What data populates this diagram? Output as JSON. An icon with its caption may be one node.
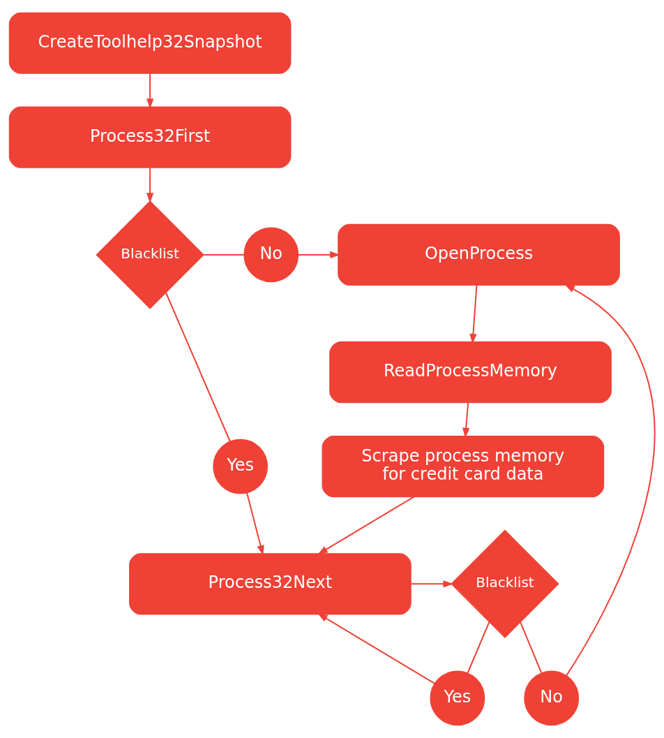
{
  "diagram": {
    "nodes": [
      {
        "text": [
          "CreateToolhelp32Snapshot"
        ]
      },
      {
        "text": [
          "Process32First"
        ]
      },
      {
        "text": [
          "Blacklist"
        ]
      },
      {
        "text": [
          "No"
        ]
      },
      {
        "text": [
          "OpenProcess"
        ]
      },
      {
        "text": [
          "ReadProcessMemory"
        ]
      },
      {
        "text": [
          "Scrape process memory for credit card data"
        ]
      },
      {
        "text": [
          "Yes"
        ]
      },
      {
        "text": [
          "Process32Next"
        ]
      },
      {
        "text": [
          "Blacklist"
        ]
      },
      {
        "text": [
          "No"
        ]
      },
      {
        "text": [
          "Yes"
        ]
      }
    ],
    "edges": [
      {
        "from": 0,
        "to": 1,
        "arrow": "to"
      },
      {
        "from": 1,
        "to": 2,
        "arrow": "to"
      },
      {
        "from": 2,
        "to": 3,
        "arrow": "none"
      },
      {
        "from": 3,
        "to": 4,
        "arrow": "to"
      },
      {
        "from": 4,
        "to": 5,
        "arrow": "to"
      },
      {
        "from": 5,
        "to": 6,
        "arrow": "to"
      },
      {
        "from": 6,
        "to": 8,
        "arrow": "to"
      },
      {
        "from": 2,
        "to": 7,
        "arrow": "none"
      },
      {
        "from": 7,
        "to": 8,
        "arrow": "to"
      },
      {
        "from": 8,
        "to": 9,
        "arrow": "to"
      },
      {
        "from": 9,
        "to": 10,
        "arrow": "none"
      },
      {
        "from": 10,
        "to": 4,
        "arrow": "to"
      },
      {
        "from": 9,
        "to": 11,
        "arrow": "none"
      },
      {
        "from": 11,
        "to": 8,
        "arrow": "to"
      }
    ]
  }
}
